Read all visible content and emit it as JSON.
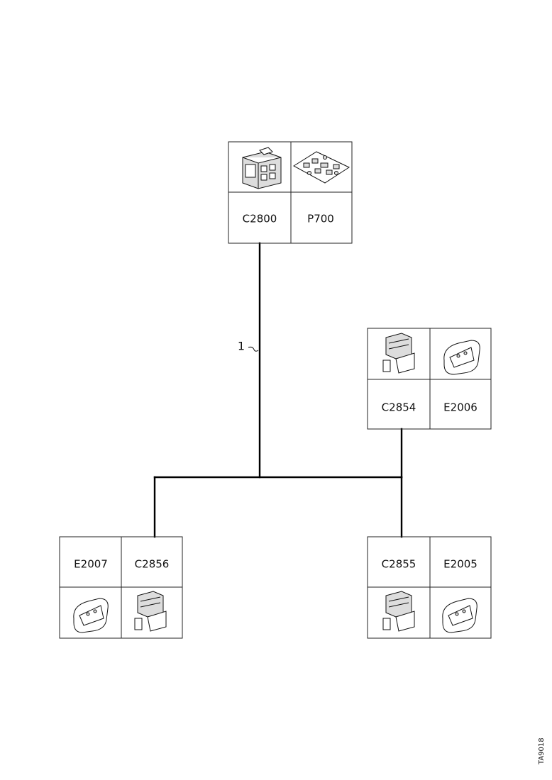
{
  "connectors": {
    "top": {
      "left_label": "C2800",
      "right_label": "P700",
      "left_icon": "connector-block-icon",
      "right_icon": "circuit-board-icon"
    },
    "right": {
      "left_label": "C2854",
      "right_label": "E2006",
      "left_icon": "connector-plug-icon",
      "right_icon": "oval-socket-icon"
    },
    "bottom_left": {
      "left_label": "E2007",
      "right_label": "C2856",
      "left_icon": "oval-socket-icon",
      "right_icon": "connector-plug-icon"
    },
    "bottom_right": {
      "left_label": "C2855",
      "right_label": "E2005",
      "left_icon": "connector-plug-icon",
      "right_icon": "oval-socket-icon"
    }
  },
  "wire_callout": "1",
  "figure_ref": "TA9018"
}
